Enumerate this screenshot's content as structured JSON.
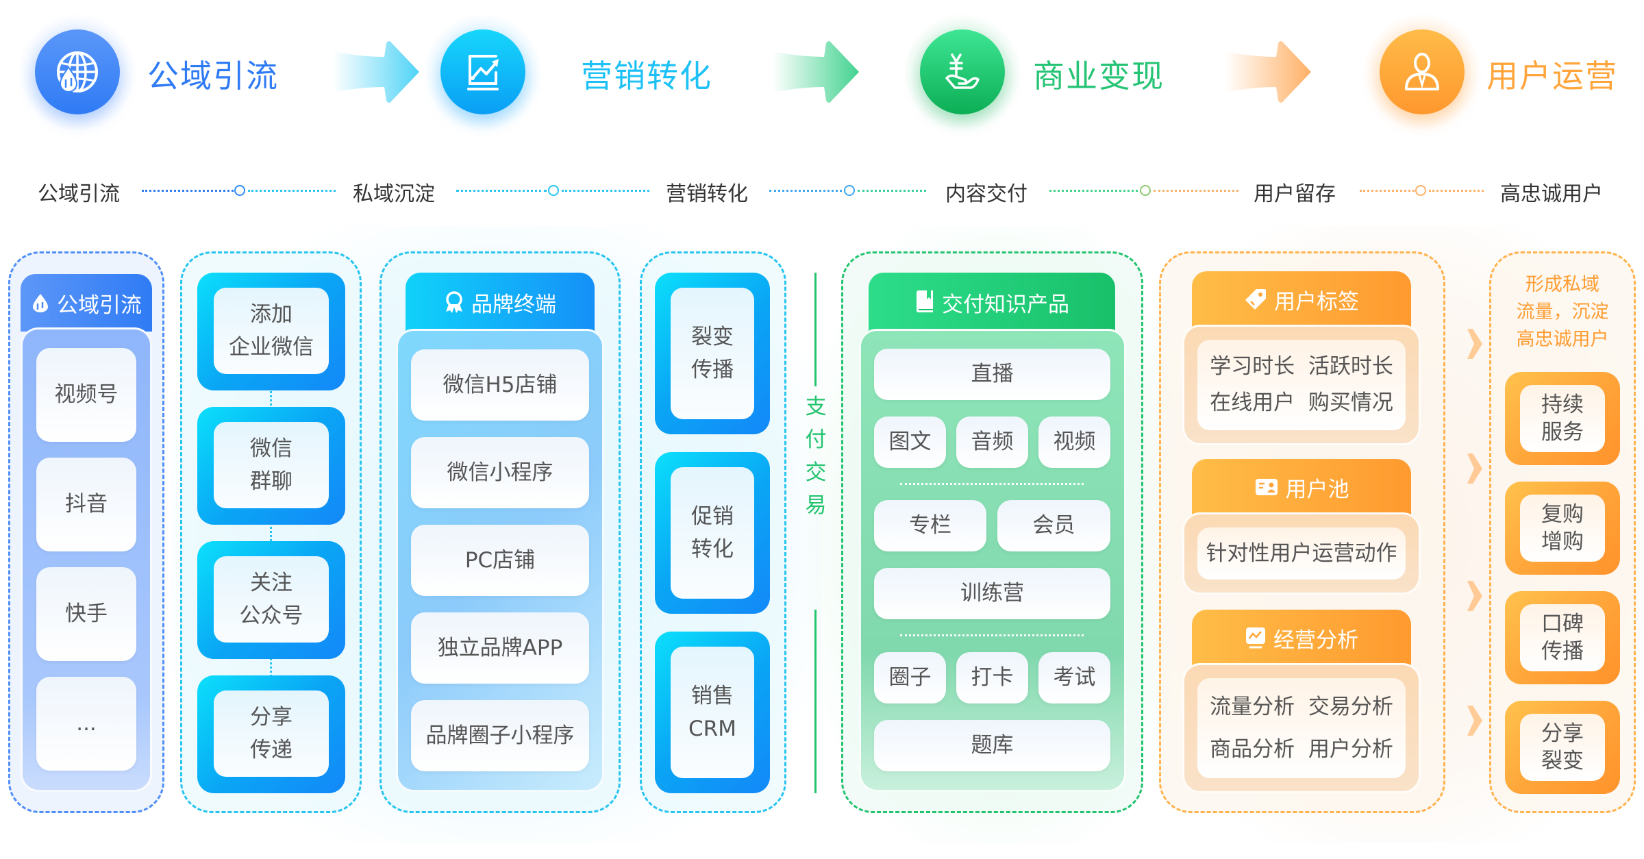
{
  "stages": [
    {
      "title": "公域引流",
      "icon": "globe-traffic-icon",
      "color": "#2f7bf5"
    },
    {
      "title": "营销转化",
      "icon": "growth-chart-icon",
      "color": "#1ec1f5"
    },
    {
      "title": "商业变现",
      "icon": "money-hand-icon",
      "color": "#25c474"
    },
    {
      "title": "用户运营",
      "icon": "user-icon",
      "color": "#ffa53c"
    }
  ],
  "timeline": [
    "公域引流",
    "私域沉淀",
    "营销转化",
    "内容交付",
    "用户留存",
    "高忠诚用户"
  ],
  "columns": {
    "public_traffic": {
      "header": "公域引流",
      "header_icon": "traffic-drop-icon",
      "items": [
        "视频号",
        "抖音",
        "快手",
        "..."
      ]
    },
    "private_domain": {
      "items": [
        [
          "添加",
          "企业微信"
        ],
        [
          "微信",
          "群聊"
        ],
        [
          "关注",
          "公众号"
        ],
        [
          "分享",
          "传递"
        ]
      ]
    },
    "brand_terminal": {
      "header": "品牌终端",
      "header_icon": "award-ribbon-icon",
      "items": [
        "微信H5店铺",
        "微信小程序",
        "PC店铺",
        "独立品牌APP",
        "品牌圈子小程序"
      ]
    },
    "marketing": {
      "items": [
        [
          "裂变",
          "传播"
        ],
        [
          "促销",
          "转化"
        ],
        [
          "销售",
          "CRM"
        ]
      ]
    },
    "payment": {
      "label": [
        "支",
        "付",
        "交",
        "易"
      ]
    },
    "knowledge_products": {
      "header": "交付知识产品",
      "header_icon": "book-icon",
      "row1": [
        "直播"
      ],
      "row2": [
        "图文",
        "音频",
        "视频"
      ],
      "row3": [
        "专栏",
        "会员"
      ],
      "row4": [
        "训练营"
      ],
      "row5": [
        "圈子",
        "打卡",
        "考试"
      ],
      "row6": [
        "题库"
      ]
    },
    "user_ops": {
      "sections": [
        {
          "header": "用户标签",
          "icon": "tag-icon",
          "lines": [
            "学习时长  活跃时长",
            "在线用户  购买情况"
          ]
        },
        {
          "header": "用户池",
          "icon": "user-card-icon",
          "lines": [
            "针对性用户运营动作"
          ]
        },
        {
          "header": "经营分析",
          "icon": "analytics-monitor-icon",
          "lines": [
            "流量分析  交易分析",
            "商品分析  用户分析"
          ]
        }
      ]
    },
    "loyal_users": {
      "caption": [
        "形成私域",
        "流量，沉淀",
        "高忠诚用户"
      ],
      "items": [
        [
          "持续",
          "服务"
        ],
        [
          "复购",
          "增购"
        ],
        [
          "口碑",
          "传播"
        ],
        [
          "分享",
          "裂变"
        ]
      ]
    }
  }
}
